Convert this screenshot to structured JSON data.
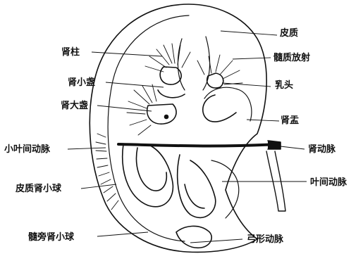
{
  "labels": {
    "cortex": "皮质",
    "medullary_rays": "髓质放射",
    "papilla": "乳头",
    "renal_pelvis": "肾盂",
    "renal_artery": "肾动脉",
    "interlobar_artery": "叶间动脉",
    "arcuate_artery": "弓形动脉",
    "renal_column": "肾柱",
    "minor_calyx": "肾小盏",
    "major_calyx": "肾大盏",
    "interlobular_artery": "小叶间动脉",
    "cortical_nephron": "皮质肾小球",
    "juxtamedullary_nephron": "髓旁肾小球"
  },
  "colors": {
    "ink": "#111111",
    "paper": "#ffffff"
  }
}
